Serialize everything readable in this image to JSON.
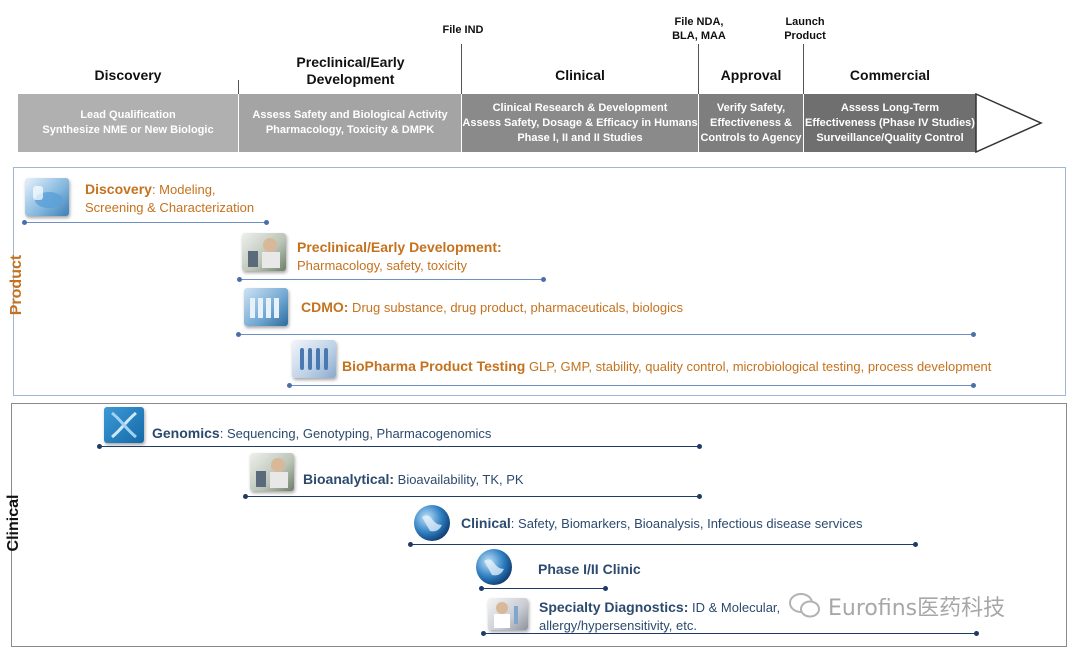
{
  "milestones": [
    {
      "label": "File IND"
    },
    {
      "label": "File NDA,\nBLA, MAA"
    },
    {
      "label": "Launch\nProduct"
    }
  ],
  "phases": [
    {
      "title": "Discovery",
      "desc": "Lead Qualification\nSynthesize NME or New Biologic"
    },
    {
      "title": "Preclinical/Early\nDevelopment",
      "desc": "Assess Safety and Biological Activity\nPharmacology, Toxicity & DMPK"
    },
    {
      "title": "Clinical",
      "desc": "Clinical Research & Development\nAssess Safety, Dosage & Efficacy in Humans\nPhase I, II and II Studies"
    },
    {
      "title": "Approval",
      "desc": "Verify Safety,\nEffectiveness &\nControls to Agency"
    },
    {
      "title": "Commercial",
      "desc": "Assess Long-Term\nEffectiveness (Phase IV Studies)\nSurveillance/Quality Control"
    }
  ],
  "sections": {
    "product": {
      "label": "Product",
      "color": "#c5721e"
    },
    "clinical": {
      "label": "Clinical",
      "color": "#111111"
    }
  },
  "product_items": [
    {
      "title": "Discovery",
      "sep": ":",
      "desc": " Modeling,",
      "desc2": "Screening & Characterization",
      "icon": "lab-gloves-icon"
    },
    {
      "title": "Preclinical/Early Development:",
      "sep": "",
      "desc": "",
      "desc2": "Pharmacology, safety, toxicity",
      "icon": "scientist-microscope-icon"
    },
    {
      "title": "CDMO:",
      "sep": "",
      "desc": " Drug substance, drug product, pharmaceuticals, biologics",
      "desc2": "",
      "icon": "vials-rack-icon"
    },
    {
      "title": "BioPharma Product Testing",
      "sep": "",
      "desc": " GLP, GMP, stability, quality control,  microbiological testing, process development",
      "desc2": "",
      "icon": "test-tubes-icon"
    }
  ],
  "clinical_items": [
    {
      "title": "Genomics",
      "sep": ":",
      "desc": " Sequencing, Genotyping, Pharmacogenomics",
      "desc2": "",
      "icon": "dna-icon"
    },
    {
      "title": "Bioanalytical:",
      "sep": "",
      "desc": " Bioavailability, TK, PK",
      "desc2": "",
      "icon": "scientist-microscope-icon"
    },
    {
      "title": "Clinical",
      "sep": ":",
      "desc": " Safety, Biomarkers, Bioanalysis, Infectious disease services",
      "desc2": "",
      "icon": "globe-icon"
    },
    {
      "title": "Phase I/II Clinic",
      "sep": "",
      "desc": "",
      "desc2": "",
      "icon": "globe-icon"
    },
    {
      "title": "Specialty Diagnostics:",
      "sep": "",
      "desc": "  ID & Molecular,",
      "desc2": "allergy/hypersensitivity, etc.",
      "icon": "lab-technician-icon"
    }
  ],
  "watermark": {
    "text": "Eurofins医药科技"
  },
  "colors": {
    "band_light": "#a9a9a9",
    "band_mid": "#8f8f8f",
    "band_dark": "#7a7a7a",
    "product_accent": "#c5721e",
    "clinical_accent": "#2c4a6e"
  }
}
